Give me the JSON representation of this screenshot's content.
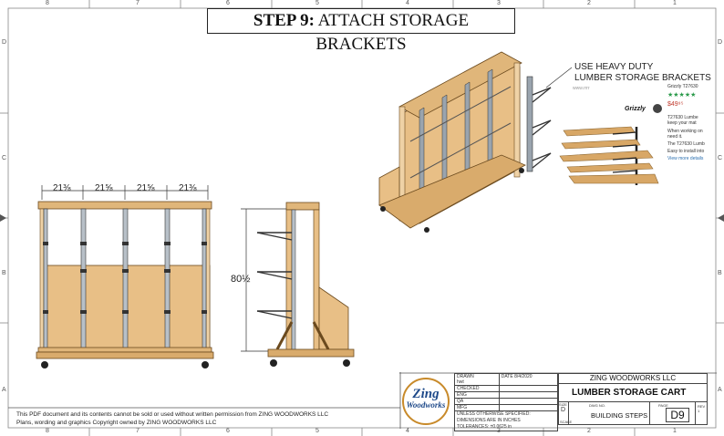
{
  "title": {
    "step": "STEP 9:",
    "text": "ATTACH STORAGE BRACKETS"
  },
  "zones": {
    "top": [
      "8",
      "7",
      "6",
      "5",
      "4",
      "3",
      "2",
      "1"
    ],
    "left": [
      "D",
      "C",
      "B",
      "A"
    ],
    "right": [
      "D",
      "C",
      "B",
      "A"
    ]
  },
  "callout": {
    "line1": "USE HEAVY DUTY",
    "line2": "LUMBER STORAGE BRACKETS"
  },
  "dimensions": {
    "widths": [
      "21⅜",
      "21⅝",
      "21⅝",
      "21⅜"
    ],
    "height": "80½"
  },
  "ad": {
    "product": "Grizzly T27630",
    "rating": "★★★★★",
    "price": "$49⁹⁵",
    "brand": "Grizzly",
    "desc1": "T27630 Lumbe",
    "desc2": "keep your mat",
    "desc3": "When working on",
    "desc4": "need it.",
    "desc5": "The T27630 Lumb",
    "desc6": "Easy to install into",
    "more": "View more details",
    "small_label": "www.rrrr"
  },
  "copyright": {
    "line1": "This PDF document and its contents cannot be sold or used without written permission from ZING WOODWORKS LLC",
    "line2": "Plans, wording and graphics Copyright owned by ZING WOODWORKS LLC"
  },
  "logo": {
    "line1": "Zing",
    "line2": "Woodworks"
  },
  "title_block": {
    "drawn": "DRAWN",
    "drawn_by": "hwt",
    "date_label": "DATE",
    "date": "8/4/2020",
    "checked": "CHECKED",
    "eng": "ENG",
    "qa": "QA",
    "mfg": "MFG",
    "unless": "UNLESS OTHERWISE SPECIFIED:",
    "dims": "DIMENSIONS ARE IN INCHES",
    "tol": "TOLERANCES: ±0.0625 in",
    "company": "ZING WOODWORKS LLC",
    "drawing_title": "LUMBER STORAGE CART",
    "size_label": "SIZE",
    "size": "D",
    "dwg_label": "DWG NO.",
    "dwg": "BUILDING STEPS",
    "rev_label": "REV",
    "rev": "1",
    "page_label": "PAGE",
    "page": "D9",
    "scale_label": "SCALE"
  }
}
